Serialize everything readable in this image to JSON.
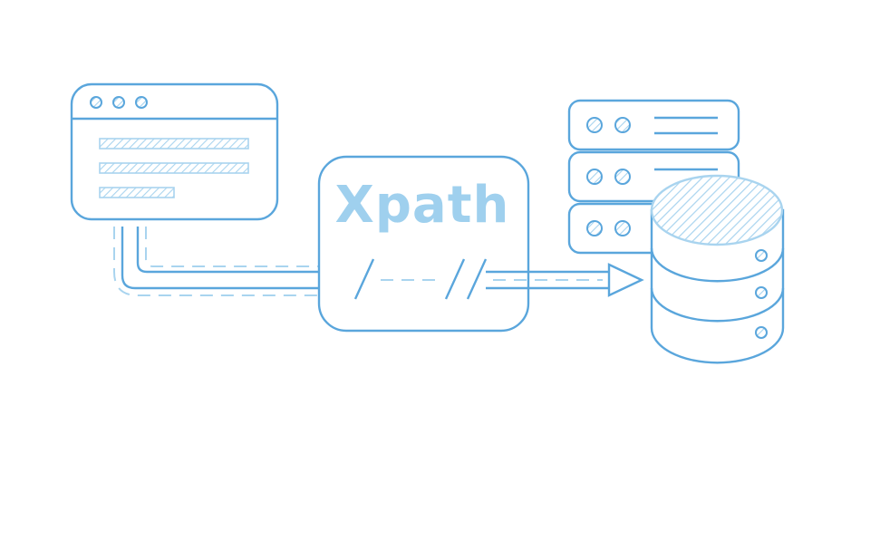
{
  "diagram": {
    "center_label": "Xpath",
    "colors": {
      "primary": "#5aa6dc",
      "light": "#a9d4ef",
      "text": "#9fd0ee",
      "background": "#ffffff"
    },
    "nodes": [
      {
        "id": "browser",
        "icon": "browser-window-icon"
      },
      {
        "id": "xpath",
        "icon": "xpath-processor-box"
      },
      {
        "id": "servers",
        "icon": "server-stack-icon"
      },
      {
        "id": "database",
        "icon": "database-cylinder-icon"
      }
    ]
  }
}
